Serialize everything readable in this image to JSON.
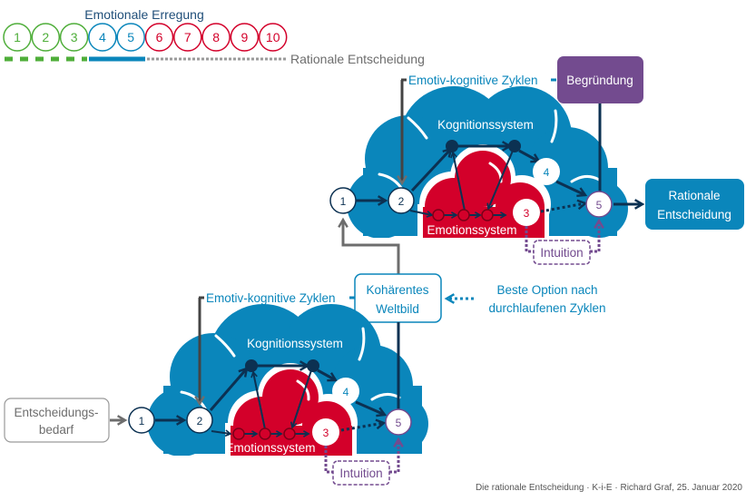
{
  "colors": {
    "green": "#4fae3a",
    "blue": "#0a86bb",
    "cloud": "#0a86bb",
    "red": "#d3002a",
    "navy": "#0c3152",
    "purple": "#734b8f",
    "grey": "#6d6d6d",
    "light_grey": "#9a9a9a"
  },
  "scale": {
    "title": "Emotionale Erregung",
    "items": [
      {
        "label": "1",
        "tone": "green"
      },
      {
        "label": "2",
        "tone": "green"
      },
      {
        "label": "3",
        "tone": "green"
      },
      {
        "label": "4",
        "tone": "blue"
      },
      {
        "label": "5",
        "tone": "blue"
      },
      {
        "label": "6",
        "tone": "red"
      },
      {
        "label": "7",
        "tone": "red"
      },
      {
        "label": "8",
        "tone": "red"
      },
      {
        "label": "9",
        "tone": "red"
      },
      {
        "label": "10",
        "tone": "red"
      }
    ],
    "legend_label": "Rationale Entscheidung"
  },
  "upper_cycle": {
    "cycles_label": "Emotiv-kognitive Zyklen",
    "cognition_label": "Kognitionssystem",
    "emotion_label": "Emotionssystem",
    "nodes": [
      "1",
      "2",
      "3",
      "4",
      "5"
    ],
    "intuition_label": "Intuition",
    "justification_label": "Begründung",
    "result_label_line1": "Rationale",
    "result_label_line2": "Entscheidung"
  },
  "middle": {
    "worldview_line1": "Kohärentes",
    "worldview_line2": "Weltbild",
    "best_option_line1": "Beste Option nach",
    "best_option_line2": "durchlaufenen Zyklen"
  },
  "lower_cycle": {
    "cycles_label": "Emotiv-kognitive Zyklen",
    "cognition_label": "Kognitionssystem",
    "emotion_label": "Emotionssystem",
    "nodes": [
      "1",
      "2",
      "3",
      "4",
      "5"
    ],
    "intuition_label": "Intuition",
    "input_line1": "Entscheidungs-",
    "input_line2": "bedarf"
  },
  "footer": "Die rationale Entscheidung · K-i-E · Richard Graf, 25. Januar 2020"
}
